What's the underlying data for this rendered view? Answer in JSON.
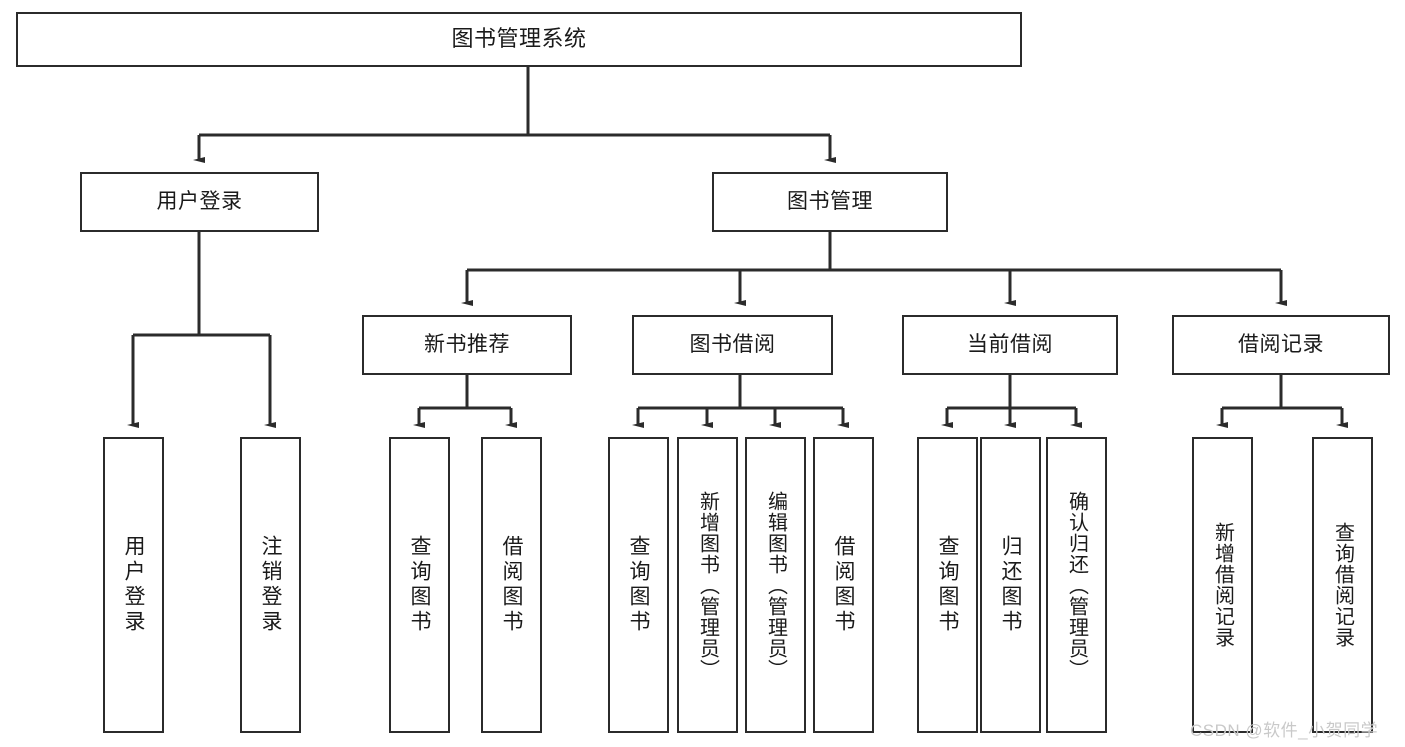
{
  "diagram": {
    "type": "tree-hierarchy",
    "title": "图书管理系统",
    "watermark": "CSDN @软件_小贺同学",
    "accent_color": "#2b2b2b",
    "background_color": "#ffffff",
    "root": {
      "label": "图书管理系统"
    },
    "level2": [
      {
        "label": "用户登录"
      },
      {
        "label": "图书管理"
      }
    ],
    "level3": [
      {
        "label": "新书推荐"
      },
      {
        "label": "图书借阅"
      },
      {
        "label": "当前借阅"
      },
      {
        "label": "借阅记录"
      }
    ],
    "leaves": {
      "user_login": [
        {
          "label": "用户登录"
        },
        {
          "label": "注销登录"
        }
      ],
      "new_book_recommend": [
        {
          "label": "查询图书"
        },
        {
          "label": "借阅图书"
        }
      ],
      "book_borrow": [
        {
          "label": "查询图书"
        },
        {
          "label": "新增图书（管理员）"
        },
        {
          "label": "编辑图书（管理员）"
        },
        {
          "label": "借阅图书"
        }
      ],
      "current_borrow": [
        {
          "label": "查询图书"
        },
        {
          "label": "归还图书"
        },
        {
          "label": "确认归还（管理员）"
        }
      ],
      "borrow_record": [
        {
          "label": "新增借阅记录"
        },
        {
          "label": "查询借阅记录"
        }
      ]
    }
  }
}
